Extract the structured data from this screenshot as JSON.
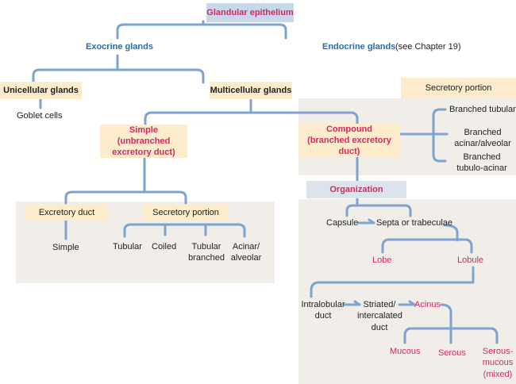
{
  "root": {
    "label": "Glandular epithelium"
  },
  "level1": {
    "exocrine": "Exocrine glands",
    "endocrine": "Endocrine glands",
    "endocrine_note": "(see Chapter 19)"
  },
  "exocrine_children": {
    "unicellular": "Unicellular glands",
    "unicellular_example": "Goblet cells",
    "multicellular": "Multicellular glands"
  },
  "simple": {
    "label": "Simple (unbranched excretory duct)",
    "excretory_duct": {
      "header": "Excretory duct",
      "items": [
        "Simple"
      ]
    },
    "secretory_portion": {
      "header": "Secretory portion",
      "items": [
        "Tubular",
        "Coiled",
        "Tubular branched",
        "Acinar/ alveolar"
      ]
    }
  },
  "compound": {
    "label": "Compound (branched excretory duct)",
    "secretory_portion": {
      "header": "Secretory portion",
      "items": [
        "Branched tubular",
        "Branched acinar/alveolar",
        "Branched tubulo-acinar"
      ]
    },
    "organization": {
      "header": "Organization",
      "capsule": "Capsule",
      "septa": "Septa or trabeculae",
      "lobe": "Lobe",
      "lobule": "Lobule",
      "intralobular": "Intralobular duct",
      "striated": "Striated/ intercalated duct",
      "acinus": "Acinus",
      "acinus_types": [
        "Mucous",
        "Serous",
        "Serous-mucous (mixed)"
      ]
    }
  }
}
